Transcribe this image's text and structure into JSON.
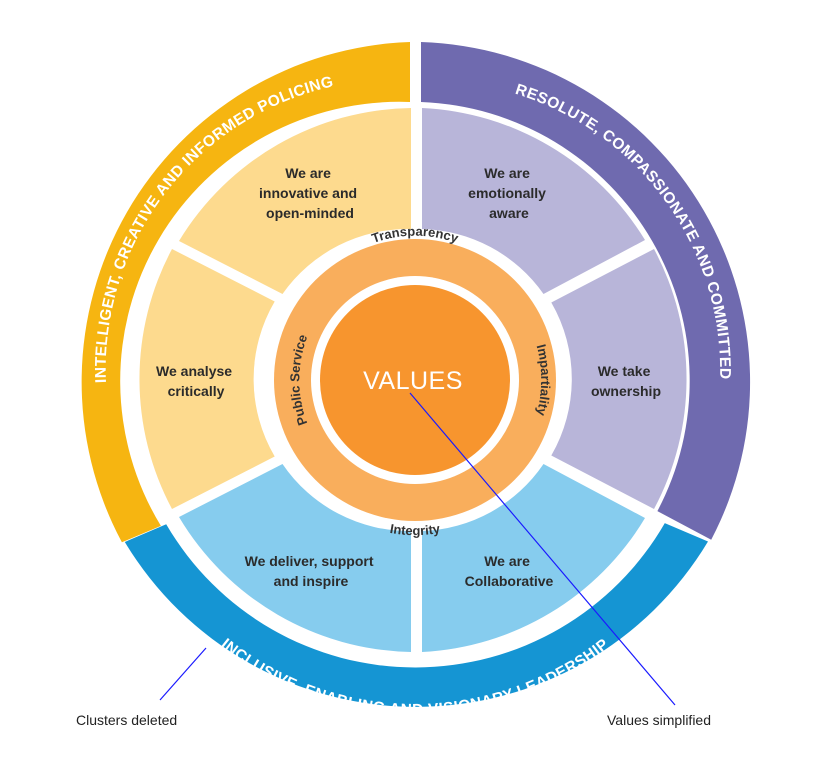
{
  "colors": {
    "intelligent_band": "#F6B511",
    "intelligent_segment": "#FDDA8E",
    "resolute_band": "#6F6AAF",
    "resolute_segment": "#B8B5D9",
    "inclusive_band": "#1595D3",
    "inclusive_segment": "#86CCEE",
    "values_ring": "#F9AE5C",
    "values_core": "#F7952E",
    "annotation_line": "#1a1aff",
    "separator": "#ffffff"
  },
  "outer_ring": {
    "intelligent": "INTELLIGENT, CREATIVE AND INFORMED POLICING",
    "resolute": "RESOLUTE, COMPASSIONATE AND COMMITTED",
    "inclusive": "INCLUSIVE, ENABLING AND VISIONARY LEADERSHIP"
  },
  "segments": {
    "innovative": [
      "We are",
      "innovative and",
      "open-minded"
    ],
    "emotionally_aware": [
      "We are",
      "emotionally",
      "aware"
    ],
    "take_ownership": [
      "We take",
      "ownership"
    ],
    "collaborative": [
      "We are",
      "Collaborative"
    ],
    "deliver": [
      "We deliver, support",
      "and inspire"
    ],
    "analyse": [
      "We analyse",
      "critically"
    ]
  },
  "values_ring": {
    "top": "Transparency",
    "right": "Impartiality",
    "bottom": "Integrity",
    "left": "Public Service"
  },
  "core": {
    "label": "VALUES"
  },
  "annotations": {
    "clusters_deleted": "Clusters deleted",
    "values_simplified": "Values simplified"
  }
}
